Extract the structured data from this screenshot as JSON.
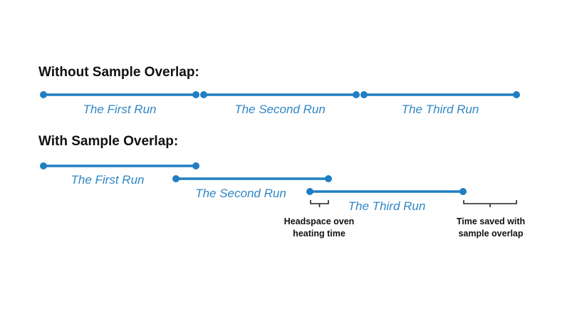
{
  "colors": {
    "line": "#1f7fc2",
    "label": "#2f86c5",
    "text": "#111111",
    "bracket": "#222222"
  },
  "without": {
    "title": "Without Sample Overlap:",
    "runs": [
      {
        "label": "The First Run"
      },
      {
        "label": "The Second Run"
      },
      {
        "label": "The Third Run"
      }
    ]
  },
  "with": {
    "title": "With Sample Overlap:",
    "runs": [
      {
        "label": "The First Run"
      },
      {
        "label": "The Second Run"
      },
      {
        "label": "The Third Run"
      }
    ]
  },
  "notes": {
    "oven": {
      "line1": "Headspace oven",
      "line2": "heating time"
    },
    "saved": {
      "line1": "Time saved with",
      "line2": "sample overlap"
    }
  }
}
